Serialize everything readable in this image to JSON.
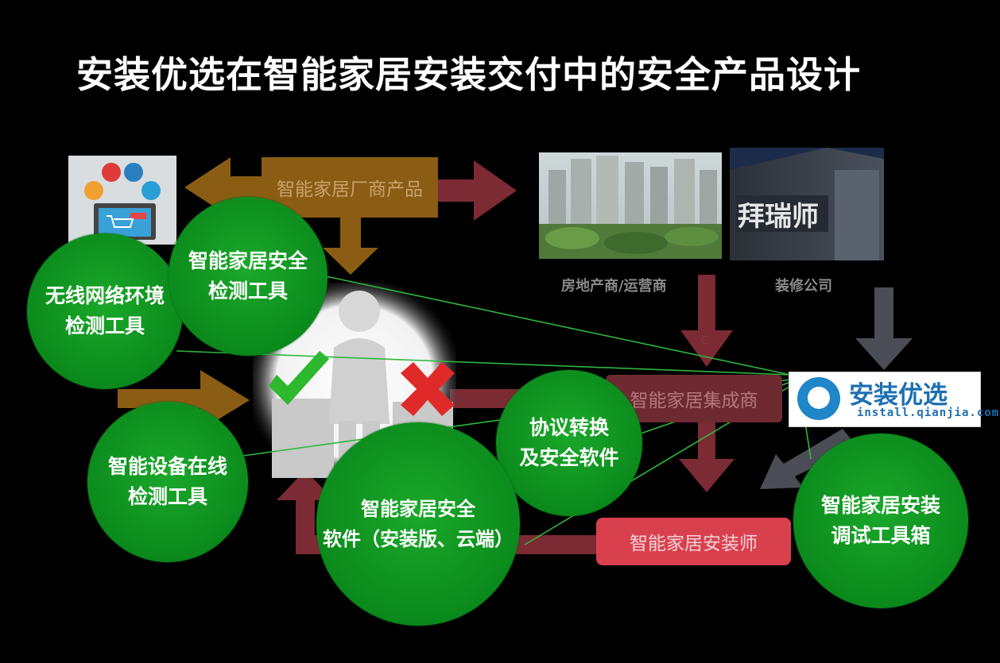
{
  "title": "安装优选在智能家居安装交付中的安全产品设计",
  "manufacturer_box": "智能家居厂商产品",
  "integrator_box": "智能家居集成商",
  "installer_box": "智能家居安装师",
  "photo_labels": {
    "real_estate": "房地产商/运营商",
    "decoration": "装修公司"
  },
  "c_mark": "C",
  "building_sign": "拜瑞师",
  "logo": {
    "name_cn": "安装优选",
    "url": "install.qianjia.com"
  },
  "circles": {
    "wireless": "无线网络环境\n检测工具",
    "security_check": "智能家居安全\n检测工具",
    "device_online": "智能设备在线\n检测工具",
    "security_software": "智能家居安全\n软件（安装版、云端）",
    "protocol": "协议转换\n及安全软件",
    "toolbox": "智能家居安装\n调试工具箱"
  },
  "colors": {
    "arrow_gold": "#8a5c14",
    "arrow_red": "#7c2a33",
    "arrow_gray": "#4a4d55",
    "circle_green": "#0b8a1c",
    "connector_green": "#2db83d",
    "installer_red": "#d9404e",
    "logo_blue": "#1f86c8"
  }
}
